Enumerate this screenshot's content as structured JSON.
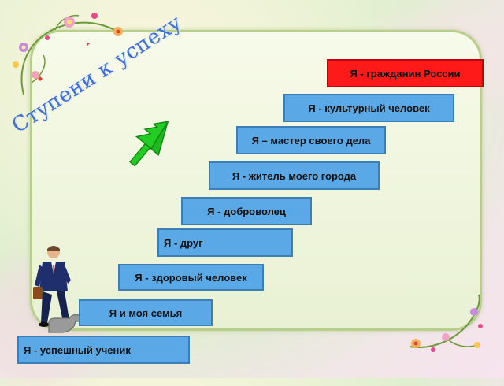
{
  "heading": "Ступени к успеху",
  "steps": [
    {
      "label": "Я - успешный ученик"
    },
    {
      "label": "Я и моя семья"
    },
    {
      "label": "Я - здоровый человек"
    },
    {
      "label": "Я - друг"
    },
    {
      "label": "Я - доброволец"
    },
    {
      "label": "Я - житель моего города"
    },
    {
      "label": "Я – мастер своего дела"
    },
    {
      "label": "Я - культурный человек"
    },
    {
      "label": "Я - гражданин России"
    }
  ],
  "colors": {
    "step_fill": "#5aa9e6",
    "top_step_fill": "#ff1a1a",
    "heading": "#3f6fd6",
    "arrow": "#22cc22"
  },
  "icons": [
    "flower-corner-top-left",
    "flower-corner-bottom-right",
    "green-arrow-icon",
    "businessman-figure",
    "gray-hand-pointer"
  ]
}
